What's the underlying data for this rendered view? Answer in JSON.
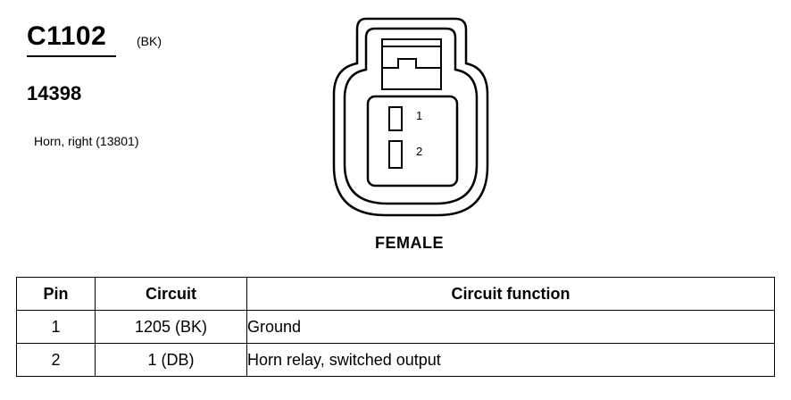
{
  "connector": {
    "id": "C1102",
    "color": "(BK)",
    "part_number": "14398",
    "description": "Horn, right (13801)",
    "gender": "FEMALE",
    "pin_labels": [
      "1",
      "2"
    ]
  },
  "table": {
    "headers": [
      "Pin",
      "Circuit",
      "Circuit function"
    ],
    "rows": [
      {
        "pin": "1",
        "circuit": "1205 (BK)",
        "function": "Ground"
      },
      {
        "pin": "2",
        "circuit": "1 (DB)",
        "function": "Horn relay, switched output"
      }
    ]
  }
}
